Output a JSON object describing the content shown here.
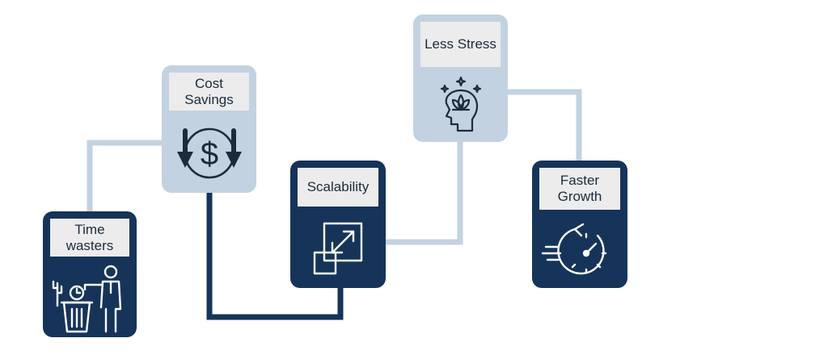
{
  "steps": [
    {
      "title": "Time\nwasters",
      "icon": "trash-clock-person-icon"
    },
    {
      "title": "Cost\nSavings",
      "icon": "dollar-down-arrows-icon"
    },
    {
      "title": "Scalability",
      "icon": "expand-arrows-icon"
    },
    {
      "title": "Less Stress",
      "icon": "lotus-head-icon"
    },
    {
      "title": "Faster\nGrowth",
      "icon": "speedometer-icon"
    }
  ],
  "colors": {
    "dark": "#163459",
    "light": "#c3d2e0",
    "label_bg": "#ececec",
    "connector_light": "#c3d2e0",
    "connector_dark": "#163459"
  }
}
